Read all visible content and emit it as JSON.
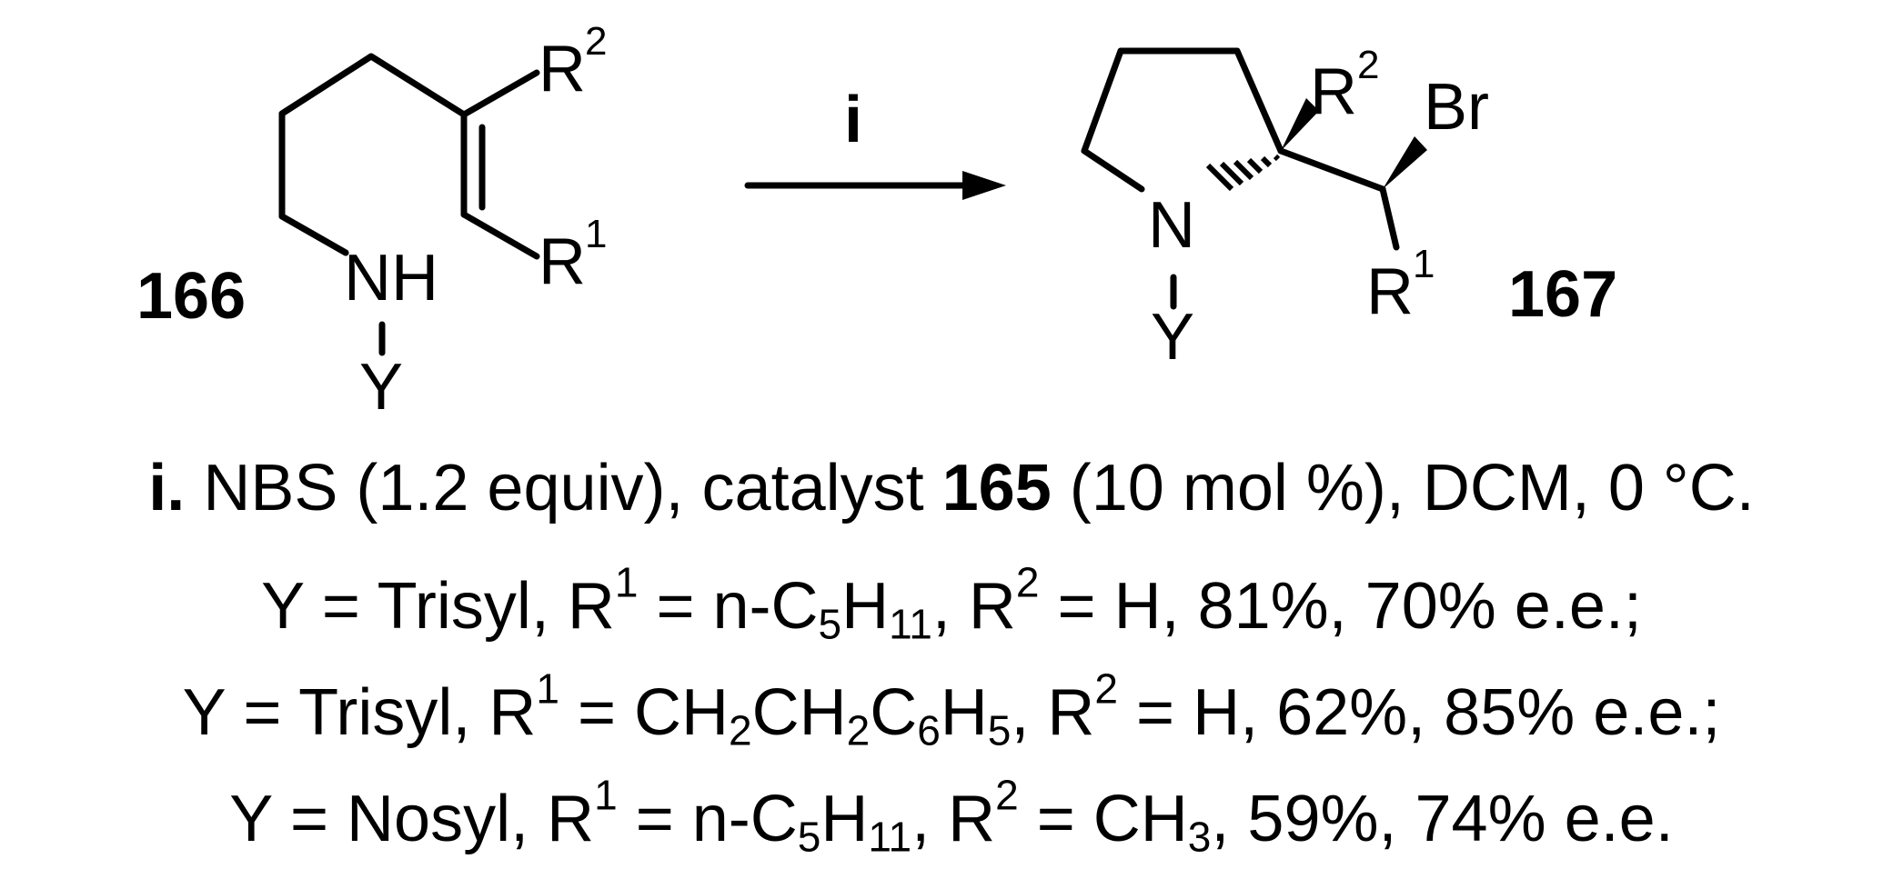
{
  "scheme": {
    "reactant": {
      "label": "166",
      "atoms": {
        "n": "NH",
        "y": "Y",
        "r2": "R",
        "r2_sup": "2",
        "r1": "R",
        "r1_sup": "1"
      }
    },
    "arrow": {
      "label": "i"
    },
    "product": {
      "label": "167",
      "atoms": {
        "n": "N",
        "y": "Y",
        "r2": "R",
        "r2_sup": "2",
        "br": "Br",
        "r1": "R",
        "r1_sup": "1"
      }
    }
  },
  "conditions": {
    "line1": {
      "key": "i.",
      "text_a": " NBS (1.2 equiv), catalyst ",
      "catalyst": "165",
      "text_b": " (10 mol %), DCM, 0 °C."
    },
    "rows": [
      {
        "y": "Y = Trisyl, R",
        "r1_sup": "1",
        "r1_eq": " = ",
        "r1_a": "n-C",
        "r1_sub1": "5",
        "r1_b": "H",
        "r1_sub2": "11",
        "r2_pre": ", R",
        "r2_sup": "2",
        "r2_eq": " = ",
        "r2_a": "H",
        "r2_sub": "",
        "tail": ", 81%, 70% e.e.;"
      },
      {
        "y": "Y = Trisyl, R",
        "r1_sup": "1",
        "r1_eq": " = ",
        "r1_a": "CH",
        "r1_sub1": "2",
        "r1_b": "CH",
        "r1_sub2": "2",
        "r1_c": "C",
        "r1_sub3": "6",
        "r1_d": "H",
        "r1_sub4": "5",
        "r2_pre": ", R",
        "r2_sup": "2",
        "r2_eq": " = ",
        "r2_a": "H",
        "tail": ", 62%, 85% e.e.;"
      },
      {
        "y": "Y = Nosyl, R",
        "r1_sup": "1",
        "r1_eq": " = ",
        "r1_a": "n-C",
        "r1_sub1": "5",
        "r1_b": "H",
        "r1_sub2": "11",
        "r2_pre": ", R",
        "r2_sup": "2",
        "r2_eq": " = ",
        "r2_a": "CH",
        "r2_sub": "3",
        "tail": ", 59%, 74% e.e."
      }
    ]
  }
}
